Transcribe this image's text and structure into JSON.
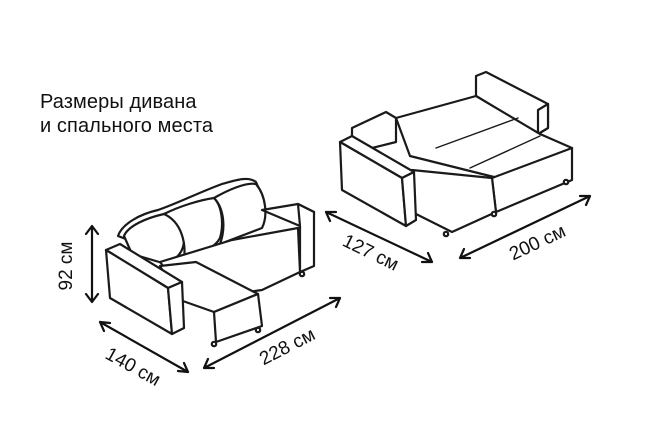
{
  "title": {
    "line1": "Размеры дивана",
    "line2": "и спального места"
  },
  "dimensions": {
    "height": "92 см",
    "depth": "140 см",
    "width": "228 см",
    "bed_depth": "127 см",
    "bed_length": "200 см"
  }
}
